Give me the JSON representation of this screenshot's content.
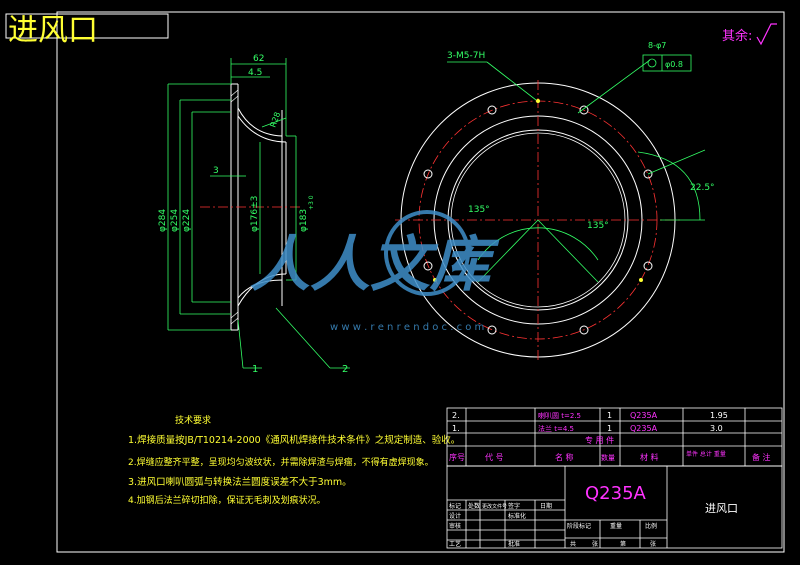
{
  "title_corner": "进风口",
  "roughness_note": "其余:",
  "watermark": {
    "main": "人人文库",
    "url": "w w w . r e n r e n d o c . c o m"
  },
  "side_view": {
    "dims": {
      "width_top": "62",
      "flange": "4.5",
      "thick": "3",
      "d1": "φ284",
      "d2": "φ254",
      "d3": "φ224",
      "d4": "φ176±3",
      "d5": "φ183",
      "d5_tol": "+3 0",
      "radius": "R28"
    },
    "balloons": [
      "1",
      "2"
    ]
  },
  "front_view": {
    "hole_callout": "3-M5-7H",
    "hole_callout2": "8-φ7",
    "position_tol": "φ0.8",
    "angles": [
      "22.5°",
      "135°",
      "135°"
    ]
  },
  "tech_req": {
    "heading": "技术要求",
    "items": [
      "1.焊接质量按JB/T10214-2000《通风机焊接件技术条件》之规定制造、验收。",
      "2.焊缝应整齐平整，呈现均匀波纹状，并需除焊渣与焊瘤，不得有虚焊现象。",
      "3.进风口喇叭圆弧与转换法兰圆度误差不大于3mm。",
      "4.加钢后法兰碎切扣除，保证无毛刺及划痕状况。"
    ]
  },
  "bom": {
    "rows": [
      {
        "no": "2.",
        "name": "喇叭圆 t=2.5",
        "qty": "1",
        "material": "Q235A",
        "weight": "1.95"
      },
      {
        "no": "1.",
        "name": "法兰 t=4.5",
        "qty": "1",
        "material": "Q235A",
        "weight": "3.0"
      }
    ],
    "used_label": "专 用 件",
    "header": [
      "序号",
      "代 号",
      "名 称",
      "数量",
      "材 料",
      "单件 总计 重量",
      "备 注"
    ]
  },
  "title_block": {
    "material": "Q235A",
    "part_name": "进风口",
    "labels": [
      "标记",
      "处数",
      "更改文件号",
      "签字",
      "日期",
      "设计",
      "审核",
      "工艺",
      "标准化",
      "批准",
      "阶段标记",
      "重量",
      "比例",
      "共",
      "张",
      "第",
      "张"
    ]
  }
}
